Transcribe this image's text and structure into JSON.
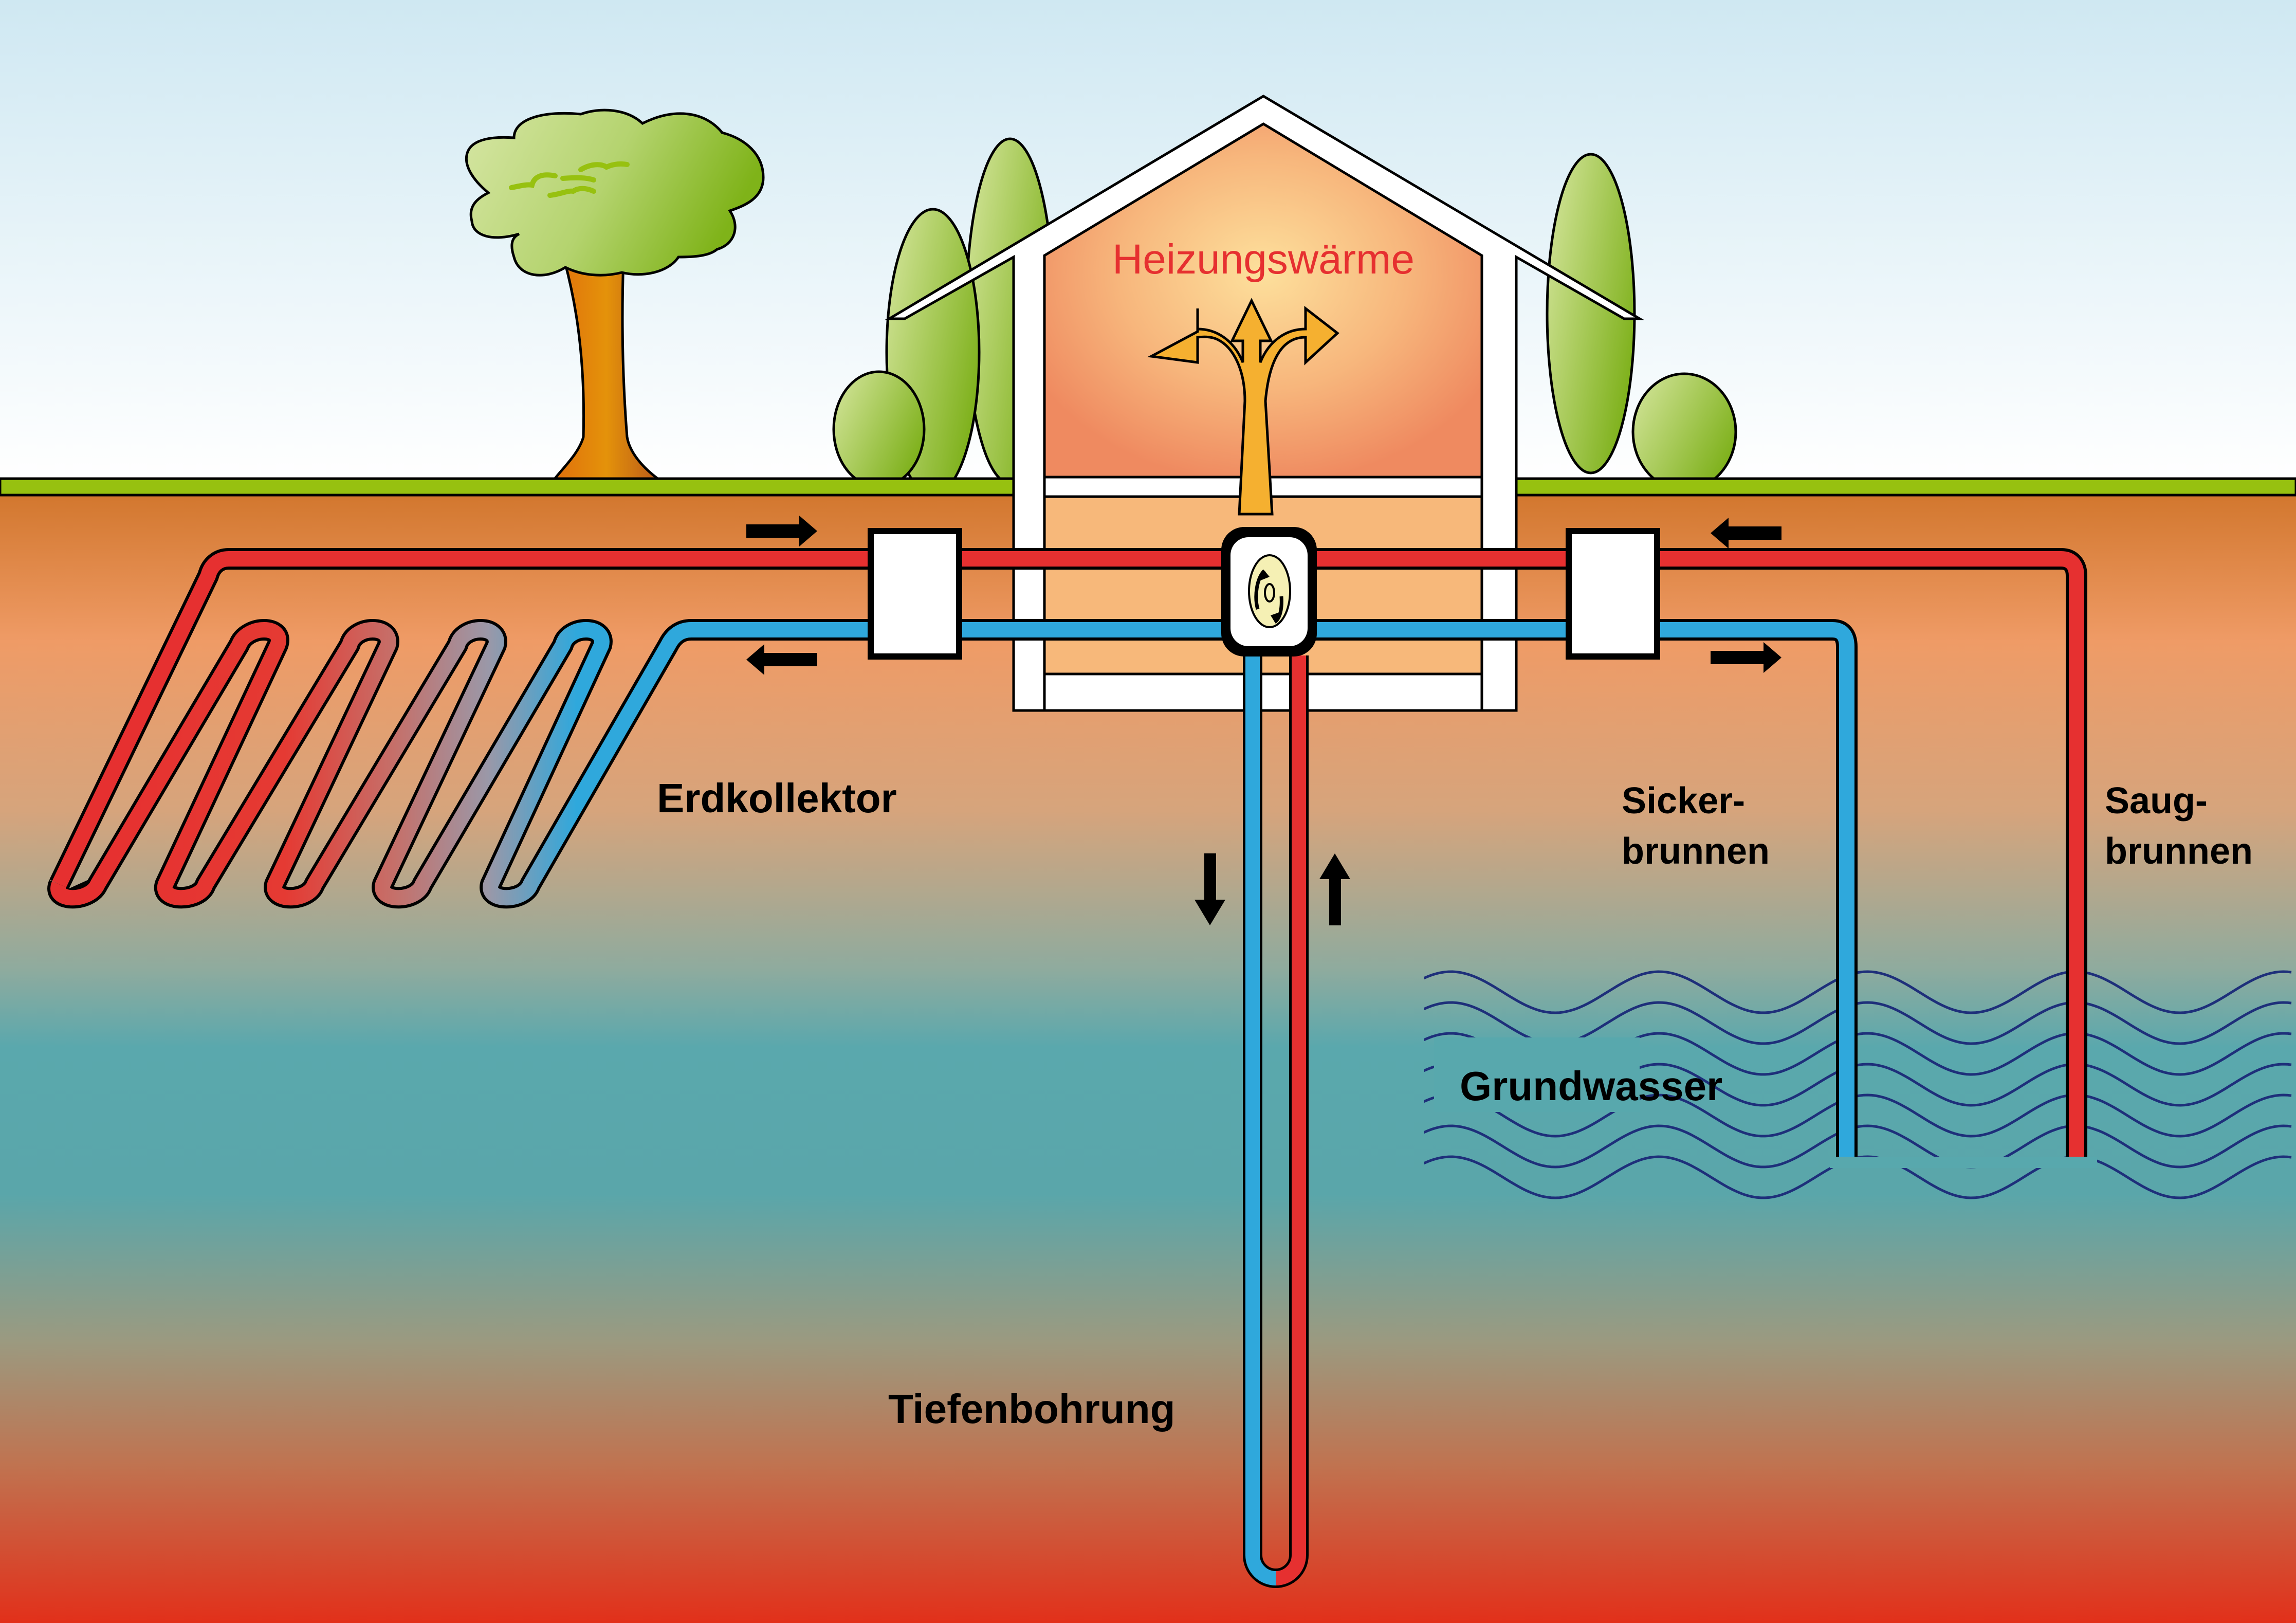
{
  "title": "Wärmequellen einer Wärmepumpe",
  "labels": {
    "heating": "Heizungswärme",
    "ground_collector": "Erdkollektor",
    "deep_drilling": "Tiefenbohrung",
    "groundwater": "Grundwasser",
    "seepage_well_line1": "Sicker-",
    "seepage_well_line2": "brunnen",
    "suction_well_line1": "Saug-",
    "suction_well_line2": "brunnen"
  },
  "colors": {
    "hot_pipe": "#e63030",
    "cold_pipe": "#2fa8dc",
    "heating_text": "#e63030",
    "heat_arrow": "#f5b030",
    "grass": "#97c110",
    "soil_top": "#d2772e",
    "groundwater_layer": "#58a8ad",
    "deep_soil": "#e2301a",
    "wave_line": "#1e2f7a",
    "foliage_light": "#cfe49a",
    "foliage_dark": "#7fb319",
    "trunk": "#e07b10",
    "pump_disc": "#f5f0b4"
  },
  "components": [
    {
      "id": "heat-pump",
      "label": "",
      "icon": "heat-pump-icon"
    },
    {
      "id": "heat-exchanger-left",
      "label": "",
      "icon": "heat-exchanger-icon"
    },
    {
      "id": "heat-exchanger-right",
      "label": "",
      "icon": "heat-exchanger-icon"
    }
  ],
  "flow_arrows": [
    {
      "location": "collector supply",
      "direction": "right"
    },
    {
      "location": "collector return",
      "direction": "left"
    },
    {
      "location": "well supply",
      "direction": "left"
    },
    {
      "location": "well return",
      "direction": "right"
    },
    {
      "location": "borehole down",
      "direction": "down"
    },
    {
      "location": "borehole up",
      "direction": "up"
    }
  ]
}
